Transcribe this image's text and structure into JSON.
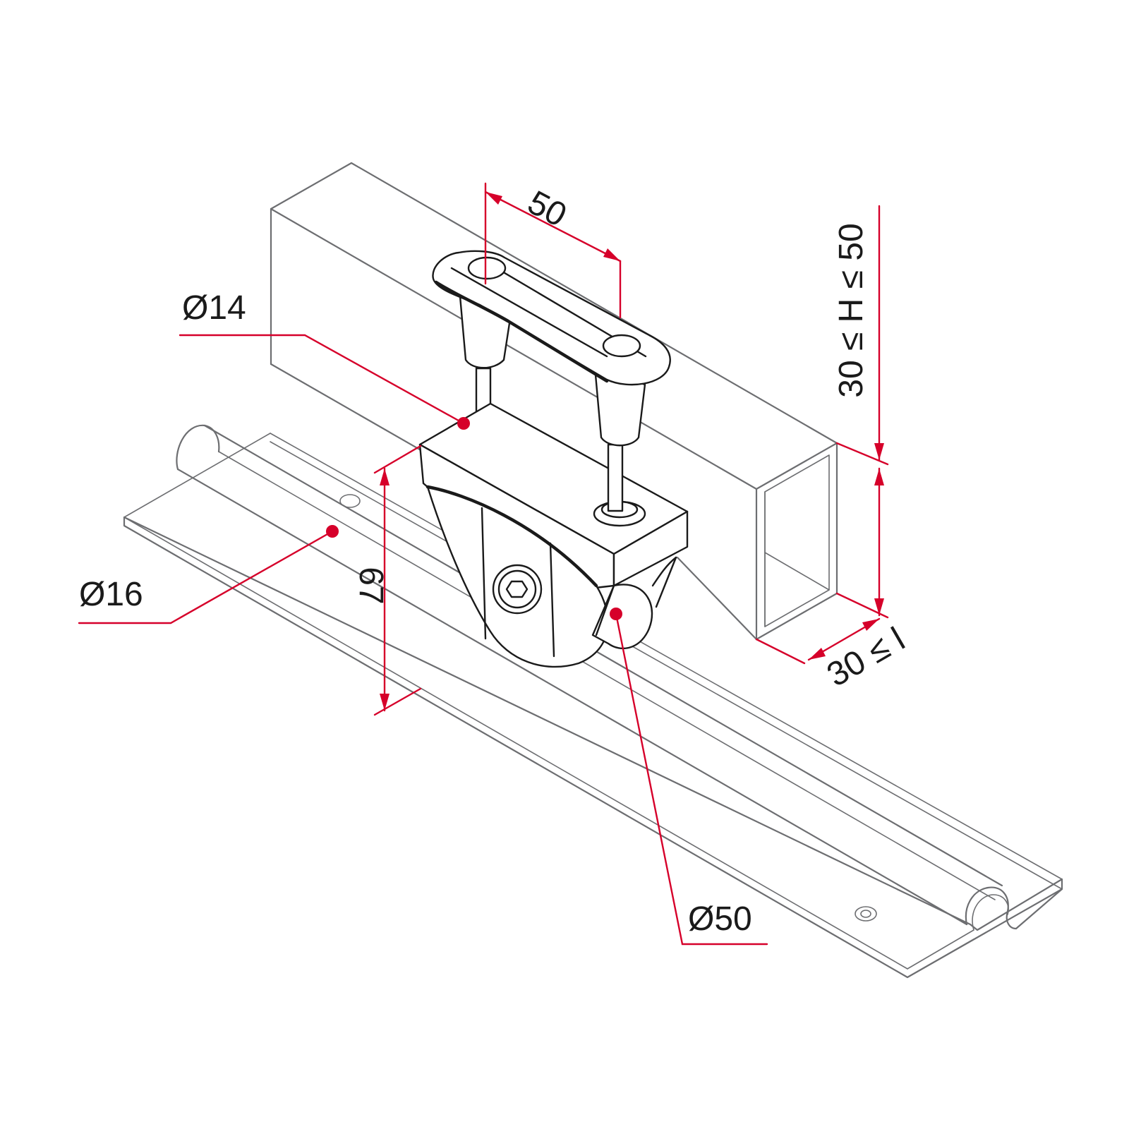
{
  "colors": {
    "dimension": "#d6002a",
    "part_outline": "#1a1a1a",
    "context_outline": "#6d6e71",
    "background": "#ffffff"
  },
  "dimensions": {
    "spacing": "50",
    "bolt_diameter": "Ø14",
    "rail_diameter": "Ø16",
    "height": "67",
    "wheel_diameter": "Ø50",
    "profile_height": "30 ≤ H ≤ 50",
    "profile_width": "30 ≤ l"
  }
}
